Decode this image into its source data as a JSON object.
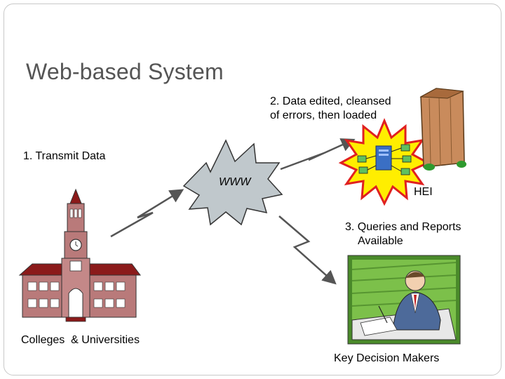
{
  "title": "Web-based System",
  "labels": {
    "step1": "1. Transmit Data",
    "step2_line1": "2. Data edited, cleansed",
    "step2_line2": "of errors, then loaded",
    "step3_line1": "3. Queries and Reports",
    "step3_line2": "Available",
    "www": "WWW",
    "hei": "HEI",
    "colleges": "Colleges  & Universities",
    "decision_makers": "Key Decision Makers"
  },
  "colors": {
    "title": "#555555",
    "border": "#c8c8c8",
    "building_brick": "#b97a7a",
    "building_roof": "#8b1a1a",
    "burst_yellow": "#ffee00",
    "burst_red": "#e02020",
    "tower_tan": "#c98b5c",
    "www_cloud": "#c0c8cc",
    "frame_green": "#4a8a2a"
  }
}
